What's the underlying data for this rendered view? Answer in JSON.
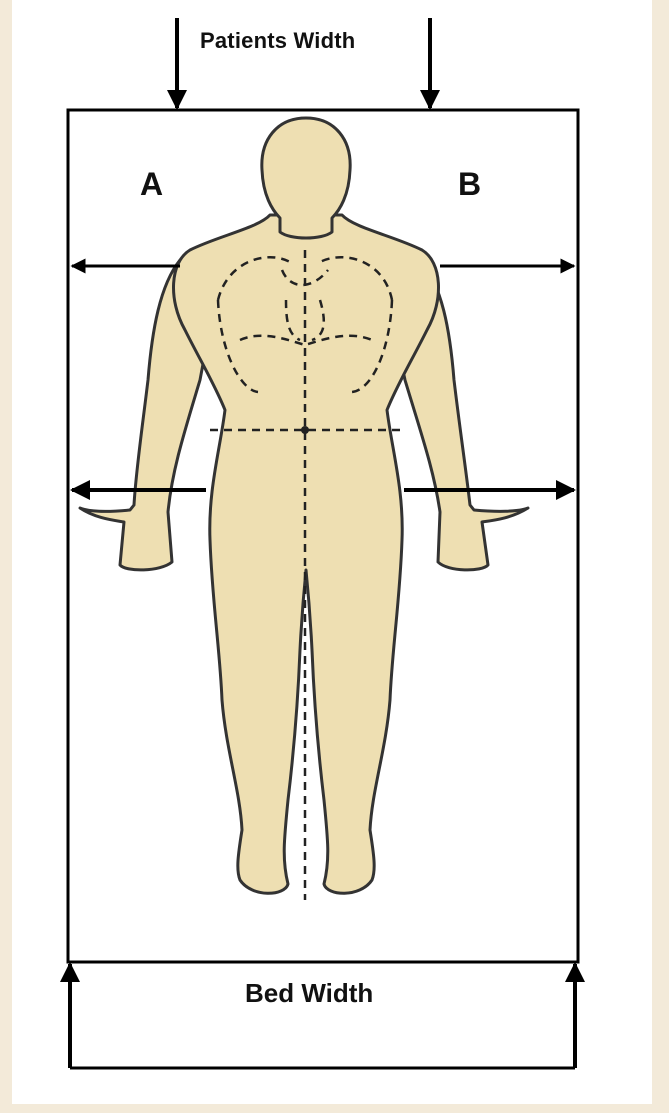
{
  "labels": {
    "patients_width": "Patients Width",
    "bed_width": "Bed Width",
    "region_a": "A",
    "region_b": "B"
  },
  "colors": {
    "background": "#f3ead9",
    "skin": "#eedfb2",
    "outline": "#333333",
    "ink": "#000000"
  }
}
